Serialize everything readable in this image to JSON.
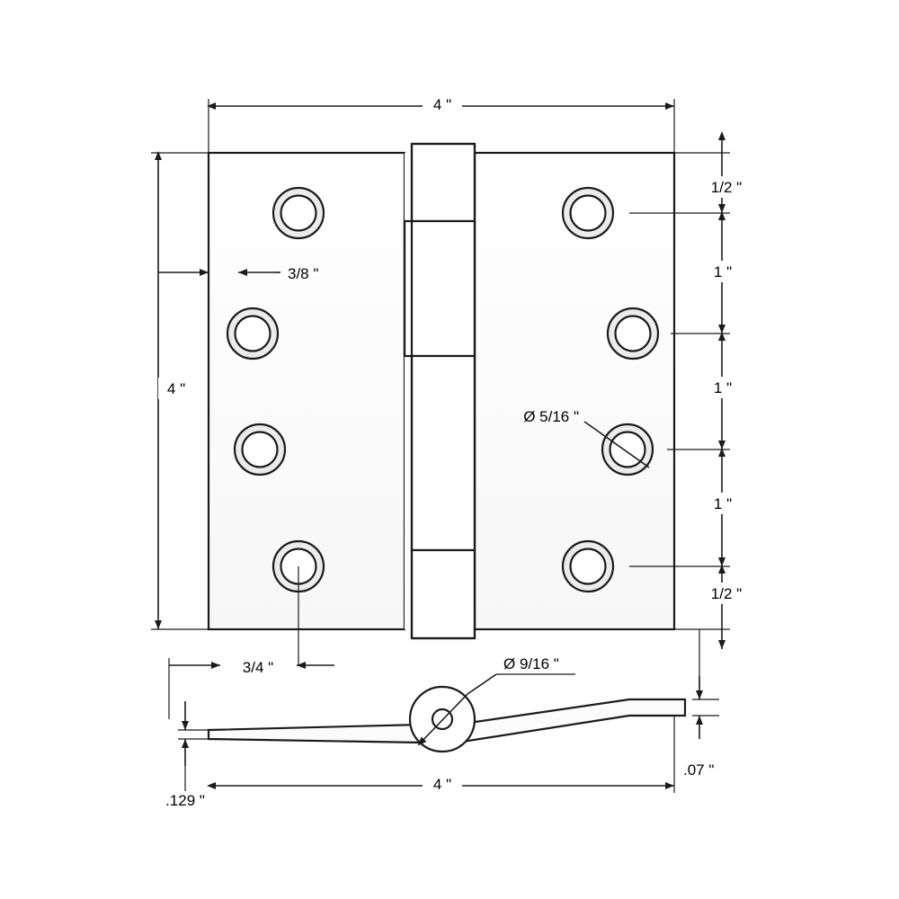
{
  "drawing": {
    "title": "Door hinge technical dimension drawing",
    "line_color": "#1b1b1b",
    "fill_color": "#ffffff",
    "background": "#ffffff",
    "dimensions": {
      "top_width": "4 \"",
      "left_height": "4 \"",
      "right_top_margin": "1/2 \"",
      "right_gap_1": "1 \"",
      "right_gap_2": "1 \"",
      "right_gap_3": "1 \"",
      "right_bottom_margin": "1/2 \"",
      "hole_edge_offset": "3/8 \"",
      "hole_diameter": "Ø 5/16 \"",
      "leaf_offset": "3/4 \"",
      "knuckle_diameter": "Ø 9/16 \"",
      "leaf_thickness": ".129 \"",
      "leaf_thickness_right": ".07 \"",
      "bottom_width": "4 \""
    },
    "views": [
      {
        "name": "front-view",
        "label": ""
      },
      {
        "name": "edge-view",
        "label": ""
      }
    ],
    "holes": {
      "count": 8,
      "left_column": 4,
      "right_column": 4,
      "diameter_label": "Ø 5/16 \""
    }
  }
}
